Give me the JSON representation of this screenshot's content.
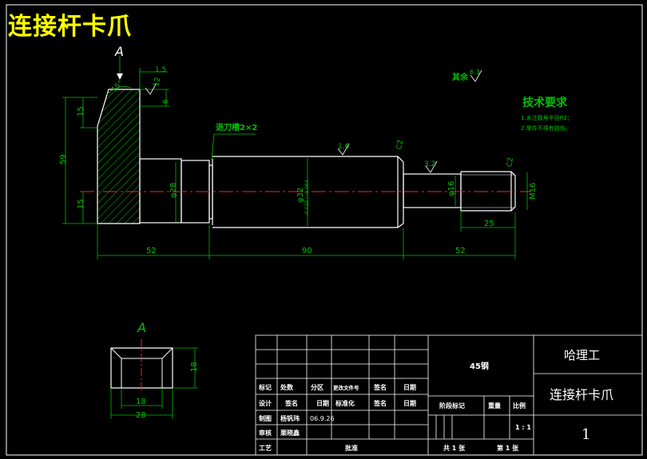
{
  "title": "连接杆卡爪",
  "views": {
    "main": {
      "section_marker": "A",
      "finish_note": "其余",
      "finish_symbol_value": "6.3",
      "groove_note": "退刀槽2×2",
      "chamfer_label": "15°",
      "dims": {
        "top_15": "1.5",
        "r2_top": "12",
        "d6": "6",
        "d15_top": "15",
        "d59": "59",
        "d15_bot": "15",
        "dia28": "φ28",
        "dia32": "φ32",
        "dia32_tol": "-0.025 / -0.064",
        "dia16": "φ16",
        "m16": "M16",
        "d52_left": "52",
        "d90": "90",
        "d52_right": "52",
        "d25": "25",
        "ra16": "1.6",
        "ra32": "3.2",
        "c2a": "C2",
        "c2b": "C2"
      }
    },
    "section": {
      "marker": "A",
      "d18_right": "18",
      "d18_bottom": "18",
      "d28": "28"
    }
  },
  "requirements": {
    "heading": "技术要求",
    "items": [
      "1.未注圆角半径R2；",
      "2.零件不得有损伤。"
    ]
  },
  "title_block": {
    "school": "哈理工",
    "material": "45钢",
    "part_name": "连接杆卡爪",
    "sheet_number": "1",
    "labels": {
      "mark": "标记",
      "count": "处数",
      "zone": "分区",
      "change_doc": "更改文件号",
      "sign": "签名",
      "date": "日期",
      "design": "设计",
      "sign2": "签名",
      "date2": "日期",
      "standardize": "标准化",
      "sign3": "签名",
      "date3": "日期",
      "draw": "制图",
      "check": "审核",
      "process": "工艺",
      "approve": "批准",
      "stage_mark": "阶段标记",
      "weight": "重量",
      "scale": "比例",
      "total": "共 1 张",
      "sheet": "第 1 张"
    },
    "draw_name": "杨钒玮",
    "draw_date": "06.9.26",
    "check_name": "栗晓鑫",
    "scale_value": "1 : 1"
  }
}
